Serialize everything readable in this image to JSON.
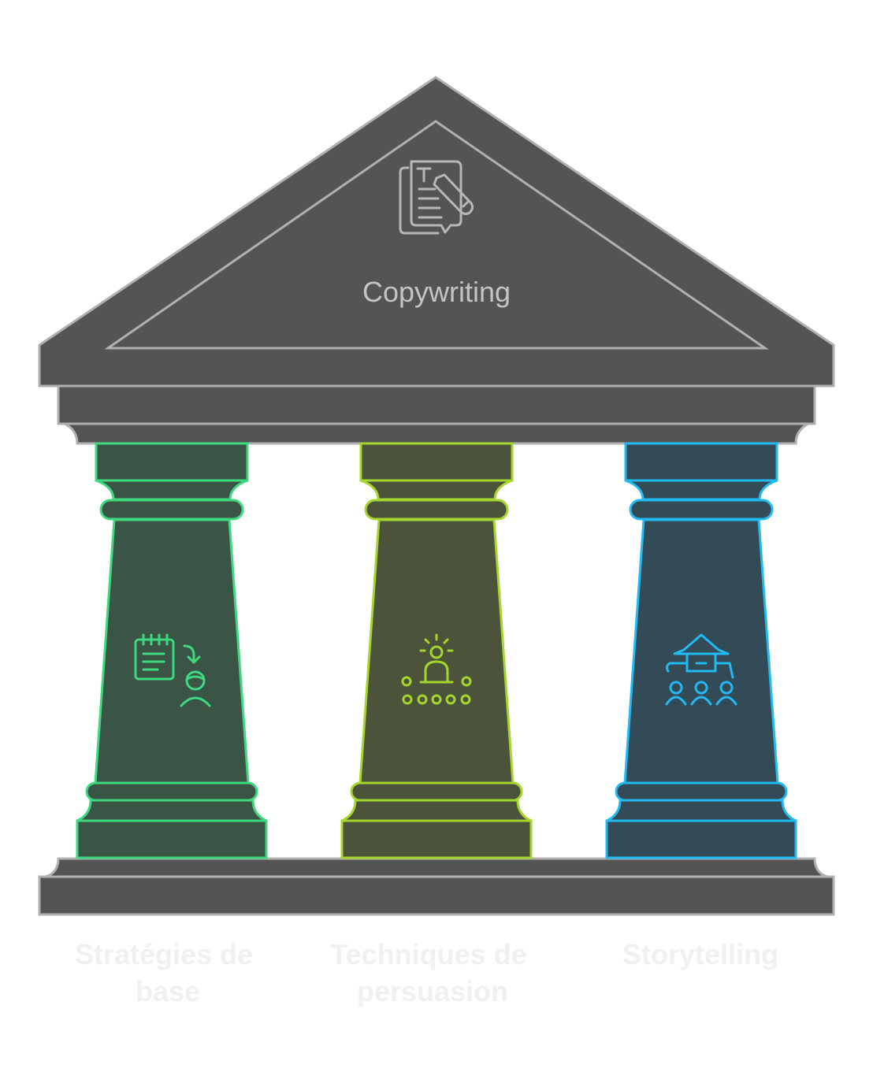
{
  "title": "Copywriting",
  "colors": {
    "structure_fill": "#545454",
    "structure_stroke": "#b0b0b0",
    "label_text": "#f0f0f0"
  },
  "pillars": [
    {
      "label_lines": [
        "Stratégies de",
        "base"
      ],
      "icon": "notepad-to-person-icon",
      "stroke": "#3ed97f",
      "fill": "#3a5446"
    },
    {
      "label_lines": [
        "Techniques de",
        "persuasion"
      ],
      "icon": "speaker-audience-icon",
      "stroke": "#a4d62e",
      "fill": "#4b533a"
    },
    {
      "label_lines": [
        "Storytelling"
      ],
      "icon": "storyteller-group-icon",
      "stroke": "#22baf2",
      "fill": "#324b57"
    }
  ]
}
